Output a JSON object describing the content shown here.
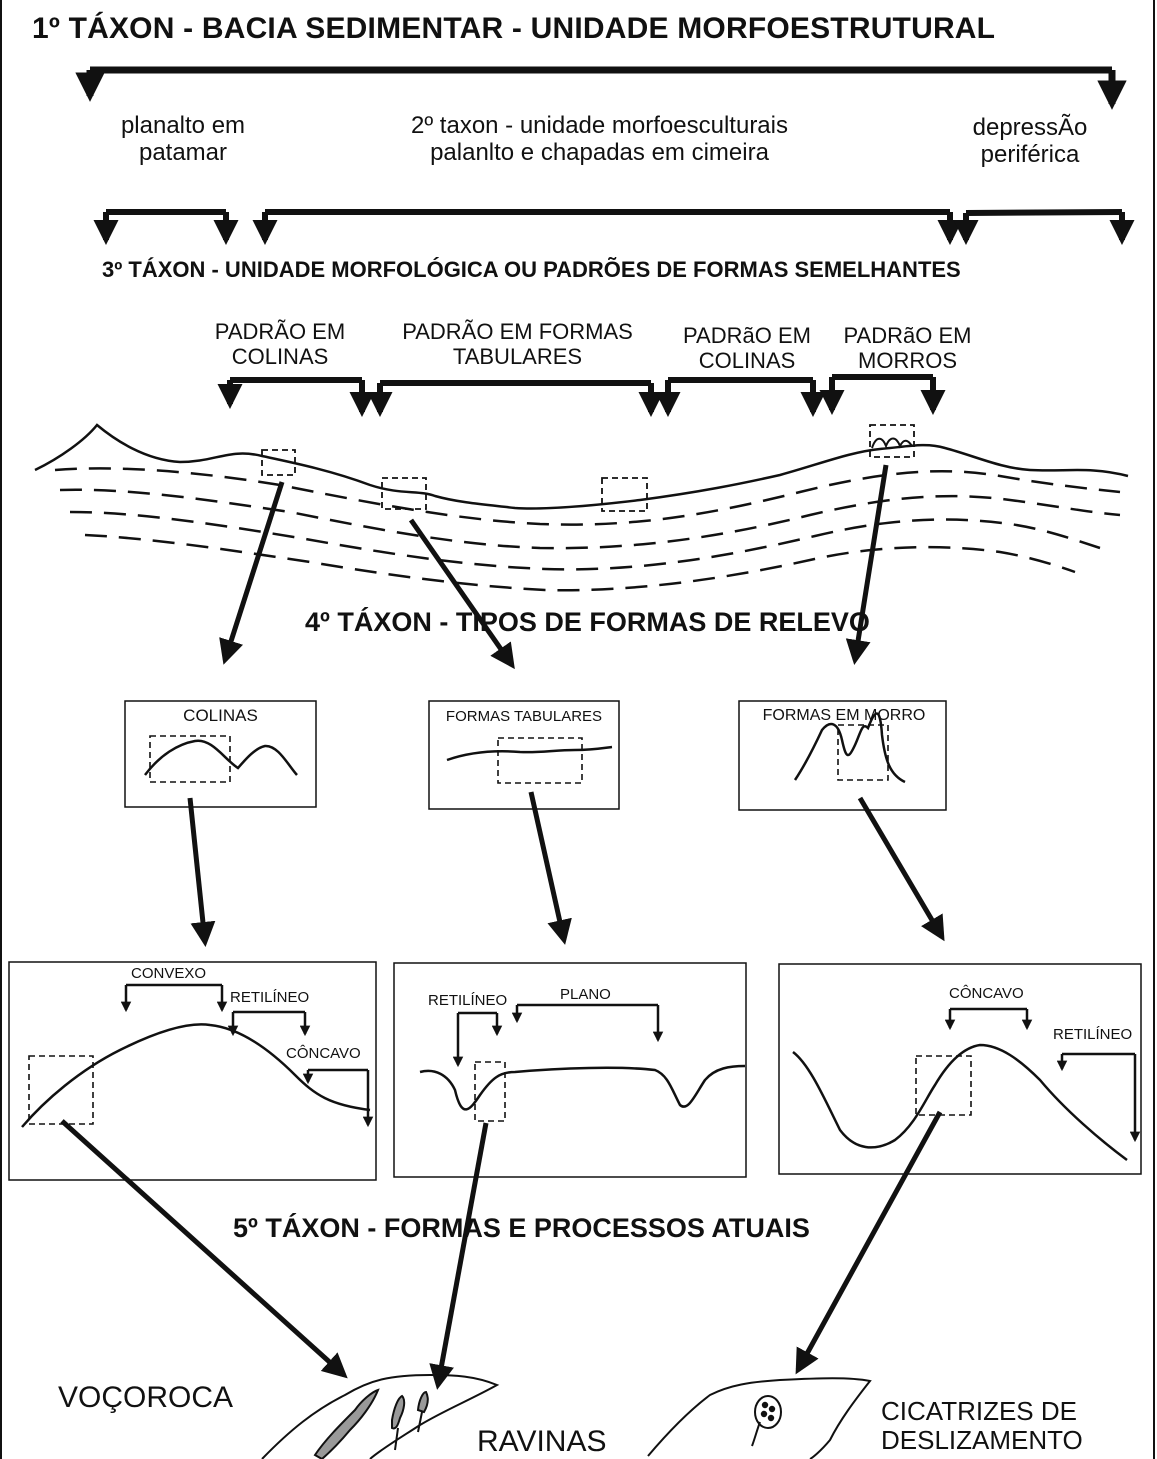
{
  "titles": {
    "taxon1": "1º TÁXON - BACIA SEDIMENTAR - UNIDADE MORFOESTRUTURAL",
    "taxon3": "3º TÁXON - UNIDADE MORFOLÓGICA OU PADRÕES DE FORMAS SEMELHANTES",
    "taxon4": "4º TÁXON - TIPOS DE FORMAS DE RELEVO",
    "taxon5": "5º TÁXON - FORMAS E PROCESSOS ATUAIS"
  },
  "taxon2": {
    "left": [
      "planalto em",
      "patamar"
    ],
    "center": [
      "2º taxon - unidade morfoesculturais",
      "palanlto e chapadas em cimeira"
    ],
    "right": [
      "depressÃo",
      "periférica"
    ]
  },
  "patterns": [
    [
      "PADRÃO EM",
      "COLINAS"
    ],
    [
      "PADRÃO EM FORMAS",
      "TABULARES"
    ],
    [
      "PADRãO EM",
      "COLINAS"
    ],
    [
      "PADRãO EM",
      "MORROS"
    ]
  ],
  "forms": [
    "COLINAS",
    "FORMAS TABULARES",
    "FORMAS EM MORRO"
  ],
  "slopes": {
    "left": [
      "CONVEXO",
      "RETILÍNEO",
      "CÔNCAVO"
    ],
    "middle": [
      "RETILÍNEO",
      "PLANO"
    ],
    "right": [
      "CÔNCAVO",
      "RETILÍNEO"
    ]
  },
  "processes": {
    "vocoroca": "VOÇOROCA",
    "ravinas": "RAVINAS",
    "cicatrizes": [
      "CICATRIZES DE",
      "DESLIZAMENTO"
    ]
  },
  "icons": [
    "arrow-down-icon",
    "bracket-arrow-icon",
    "dashed-selection-box-icon"
  ]
}
